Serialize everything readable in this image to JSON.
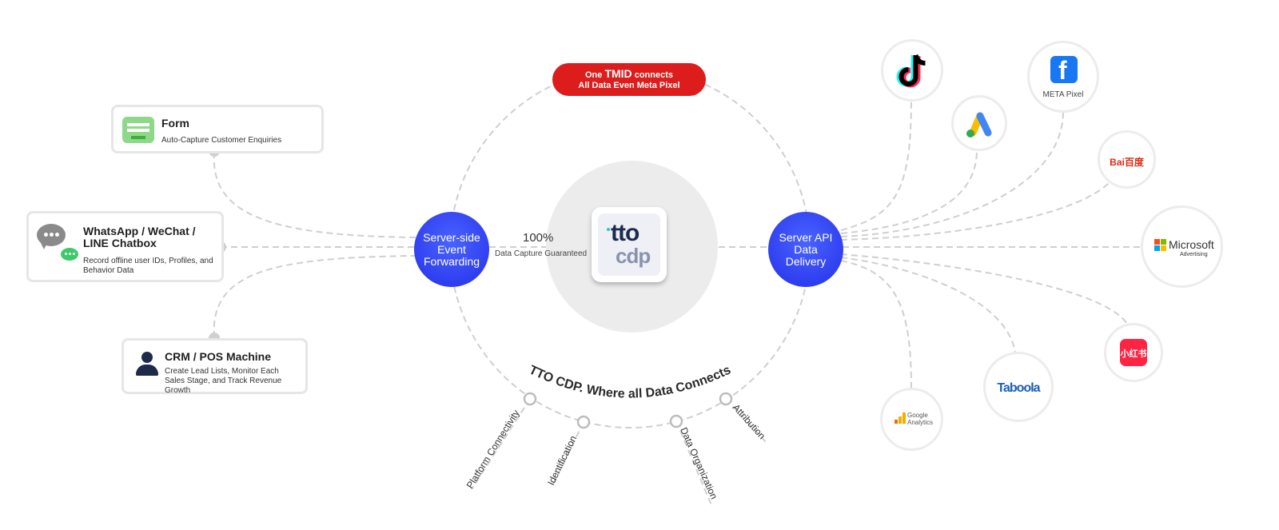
{
  "sources": [
    {
      "title": "Form",
      "desc": "Auto-Capture Customer Enquiries",
      "icon": "form-icon"
    },
    {
      "title": "WhatsApp / WeChat / LINE Chatbox",
      "desc": "Record offline user IDs, Profiles, and Behavior Data",
      "icon": "chat-bubbles-icon"
    },
    {
      "title": "CRM / POS Machine",
      "desc": "Create Lead Lists, Monitor Each Sales Stage, and Track Revenue Growth",
      "icon": "user-icon"
    }
  ],
  "hubs": {
    "left": "Server-side Event Forwarding",
    "right": "Server API Data Delivery"
  },
  "center": {
    "logo_top": "tto",
    "logo_bottom": "cdp",
    "percent": "100%",
    "percent_caption": "Data Capture Guaranteed"
  },
  "pill": {
    "line1_pre": "One",
    "line1_tmid": "TMID",
    "line1_post": "connects",
    "line2": "All Data Even Meta Pixel"
  },
  "arc_text": "TTO CDP. Where all Data Connects",
  "features": [
    "Platform Connectivity",
    "Identification",
    "Data Organization",
    "Attribution"
  ],
  "destinations": [
    {
      "name": "tiktok-logo",
      "label": ""
    },
    {
      "name": "google-ads-logo",
      "label": ""
    },
    {
      "name": "meta-pixel-logo",
      "label": "META Pixel"
    },
    {
      "name": "baidu-logo",
      "label": "Bai百度"
    },
    {
      "name": "microsoft-advertising-logo",
      "label_main": "Microsoft",
      "label_sub": "Advertising"
    },
    {
      "name": "xiaohongshu-logo",
      "label": "小红书"
    },
    {
      "name": "taboola-logo",
      "label": "Taboola"
    },
    {
      "name": "google-analytics-logo",
      "label_main": "Google",
      "label_sub": "Analytics"
    }
  ],
  "colors": {
    "hub_blue": "#2f3ff0",
    "pill_red": "#dd1c1c",
    "line_gray": "#cfcfcf"
  }
}
